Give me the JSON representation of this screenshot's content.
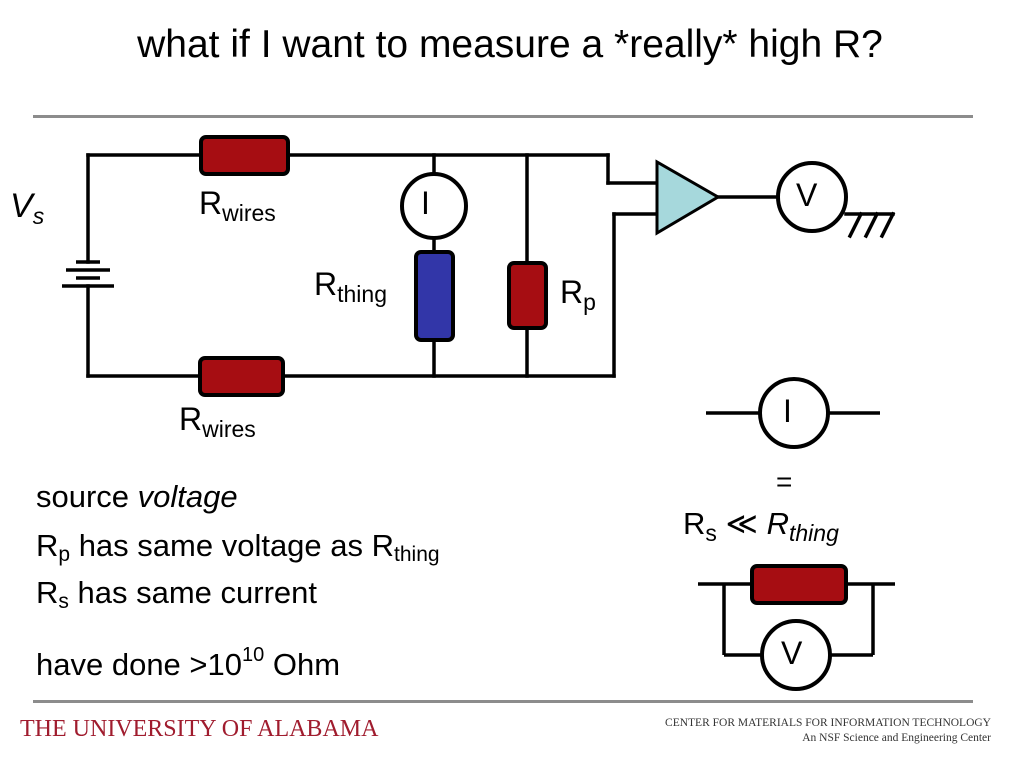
{
  "title": "what if I want to measure a *really* high R?",
  "colors": {
    "resistor_red": "#a60d12",
    "resistor_blue": "#3236a8",
    "amplifier": "#a6d8dc",
    "rule": "#8c8c8c",
    "university": "#a01c2e"
  },
  "circuit": {
    "source_label": "V",
    "source_sub": "s",
    "rwires_top": {
      "main": "R",
      "sub": "wires"
    },
    "rwires_bottom": {
      "main": "R",
      "sub": "wires"
    },
    "rthing": {
      "main": "R",
      "sub": "thing"
    },
    "rp": {
      "main": "R",
      "sub": "p"
    },
    "ammeter": "I",
    "voltmeter": "V"
  },
  "equivalence": {
    "ammeter": "I",
    "equals": "=",
    "relation_main": "R",
    "relation_sub": "s",
    "relation_symbol": "≪",
    "relation_rhs_main": "R",
    "relation_rhs_sub": "thing",
    "voltmeter": "V"
  },
  "notes": {
    "line1_a": "source ",
    "line1_b": "voltage",
    "line2_a": "R",
    "line2_sub": "p",
    "line2_b": " has same voltage as R",
    "line2_sub2": "thing",
    "line3_a": "R",
    "line3_sub": "s",
    "line3_b": " has same current",
    "line4_a": "have done >10",
    "line4_sup": "10",
    "line4_b": " Ohm"
  },
  "footer": {
    "university": "THE UNIVERSITY OF ALABAMA",
    "center": "CENTER FOR MATERIALS FOR INFORMATION TECHNOLOGY",
    "tagline": "An NSF Science and Engineering Center"
  }
}
